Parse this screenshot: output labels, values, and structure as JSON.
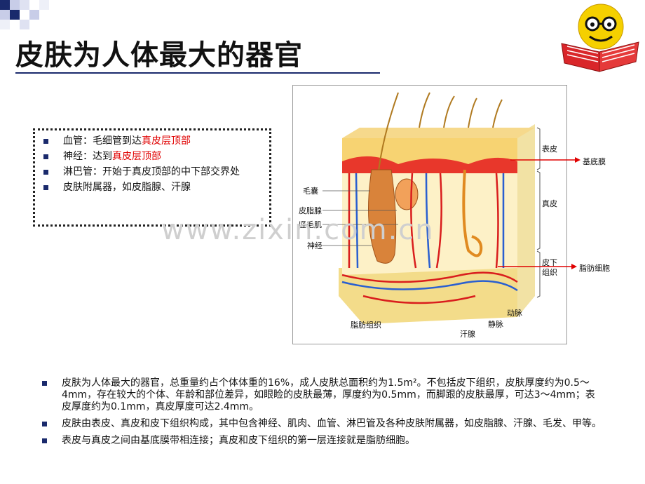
{
  "title": "皮肤为人体最大的器官",
  "watermark": "www.zixin.com.cn",
  "infobox": {
    "items": [
      {
        "prefix": "血管：毛细管到达",
        "highlight": "真皮层顶部",
        "rest": ""
      },
      {
        "prefix": "神经：达到",
        "highlight": "真皮层顶部",
        "rest": ""
      },
      {
        "prefix": "淋巴管：开始于真皮顶部的中下部交界处",
        "highlight": "",
        "rest": ""
      },
      {
        "prefix": "皮肤附属器，如皮脂腺、汗腺",
        "highlight": "",
        "rest": ""
      }
    ]
  },
  "figure": {
    "labels_left": [
      "毛囊",
      "皮脂腺",
      "竖毛肌",
      "神经"
    ],
    "labels_right": [
      "表皮",
      "真皮",
      "皮下",
      "组织"
    ],
    "labels_bottom": [
      "脂肪组织",
      "汗腺",
      "静脉",
      "动脉"
    ],
    "callout_basement": "基底膜",
    "callout_fat": "脂肪细胞"
  },
  "bottom": {
    "items": [
      "皮肤为人体最大的器官，总重量约占个体体重的16%，成人皮肤总面积约为1.5m²。不包括皮下组织，皮肤厚度约为0.5～4mm，存在较大的个体、年龄和部位差异，如眼睑的皮肤最薄，厚度约为0.5mm，而脚跟的皮肤最厚，可达3～4mm；表皮厚度约为0.1mm，真皮厚度可达2.4mm。",
      "皮肤由表皮、真皮和皮下组织构成，其中包含神经、肌肉、血管、淋巴管及各种皮肤附属器，如皮脂腺、汗腺、毛发、甲等。",
      "表皮与真皮之间由基底膜带相连接；真皮和皮下组织的第一层连接就是脂肪细胞。"
    ]
  },
  "colors": {
    "bullet": "#1a2a6c",
    "highlight": "#e00000",
    "callout": "#e00000"
  }
}
